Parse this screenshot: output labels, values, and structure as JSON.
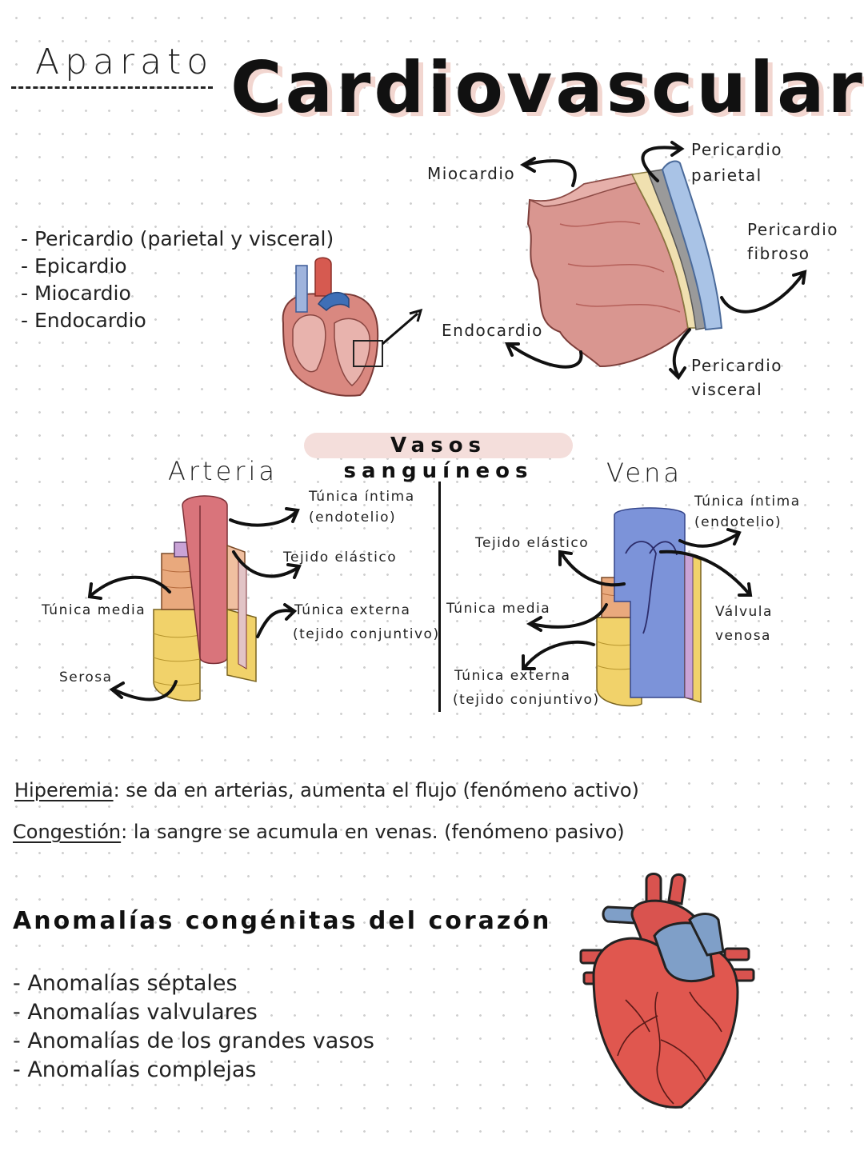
{
  "header": {
    "subtitle": "Aparato",
    "title": "Cardiovascular"
  },
  "layers_list": [
    "- Pericardio (parietal y visceral)",
    "- Epicardio",
    "- Miocardio",
    "- Endocardio"
  ],
  "heart_wall_labels": {
    "miocardio": "Miocardio",
    "pericardio_parietal": [
      "Pericardio",
      "parietal"
    ],
    "pericardio_fibroso": [
      "Pericardio",
      "fibroso"
    ],
    "endocardio": "Endocardio",
    "pericardio_visceral": [
      "Pericardio",
      "visceral"
    ]
  },
  "vessels": {
    "section_title": "Vasos sanguíneos",
    "artery": {
      "heading": "Arteria",
      "tunica_intima": [
        "Túnica íntima",
        "(endotelio)"
      ],
      "tejido_elastico": "Tejido elástico",
      "tunica_media": "Túnica media",
      "tunica_externa": [
        "Túnica externa",
        "(tejido conjuntivo)"
      ],
      "serosa": "Serosa"
    },
    "vein": {
      "heading": "Vena",
      "tunica_intima": [
        "Túnica íntima",
        "(endotelio)"
      ],
      "tejido_elastico": "Tejido elástico",
      "tunica_media": "Túnica media",
      "valvula": [
        "Válvula",
        "venosa"
      ],
      "tunica_externa": [
        "Túnica externa",
        "(tejido conjuntivo)"
      ]
    }
  },
  "definitions": [
    {
      "term": "Hiperemia",
      "text": ": se da en arterias, aumenta el flujo (fenómeno activo)"
    },
    {
      "term": "Congestión",
      "text": ": la sangre se acumula en venas. (fenómeno pasivo)"
    }
  ],
  "anomalies": {
    "title": "Anomalías congénitas del corazón",
    "items": [
      "- Anomalías séptales",
      "- Anomalías valvulares",
      "- Anomalías de los grandes vasos",
      "- Anomalías complejas"
    ]
  }
}
